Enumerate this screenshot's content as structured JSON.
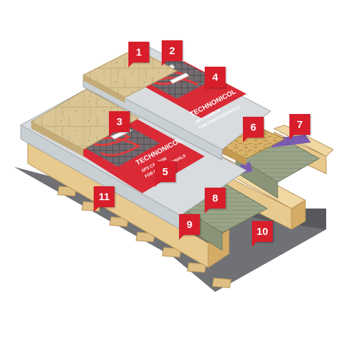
{
  "markers": [
    "1",
    "2",
    "3",
    "4",
    "5",
    "6",
    "7",
    "8",
    "9",
    "10",
    "11"
  ],
  "brand": {
    "name": "TECHNONICOL",
    "product": "XPS CARBON",
    "tagline": "FOR PROFESSIONALS"
  },
  "colors": {
    "marker": "#d81e2b",
    "tile": "#d9c596",
    "xps": "#d9dcdf",
    "osb": "#d8b36a",
    "wood": "#e8c98e",
    "mineral_wool": "#9aa488",
    "membrane": "#6d6f73",
    "vapor_tape": "#7a5bb0"
  }
}
